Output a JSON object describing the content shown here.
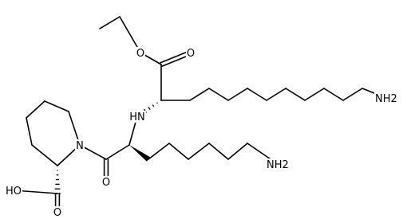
{
  "molecule": {
    "atom_labels": {
      "ethyl_ester_oxygen": "O",
      "ester_carbonyl_oxygen": "O",
      "amine_nh": "HN",
      "chain_terminal_amine": "NH2",
      "lysine_side_chain_amine": "NH2",
      "proline_nitrogen": "N",
      "amide_carbonyl_oxygen": "O",
      "acid_hydroxyl": "HO",
      "acid_carbonyl_oxygen": "O"
    }
  },
  "colors": {
    "bond": "#000000",
    "label": "#000000",
    "background": "#ffffff"
  }
}
